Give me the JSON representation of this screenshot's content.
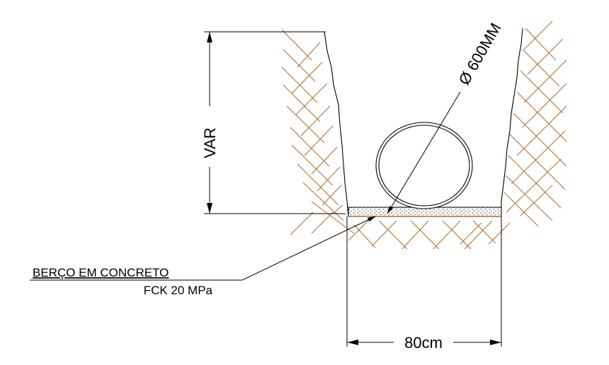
{
  "labels": {
    "height_dimension": "VAR",
    "pipe_diameter": "Ø 600MM",
    "bedding_title": "BERÇO EM CONCRETO",
    "bedding_spec": "FCK 20 MPa",
    "width_dimension": "80cm"
  },
  "colors": {
    "soil_hatch": "#b06a2a",
    "line": "#000000",
    "background": "#ffffff"
  }
}
